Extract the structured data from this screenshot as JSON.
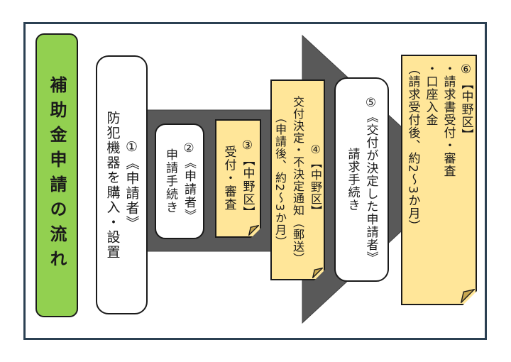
{
  "title": {
    "text": "補助金申請の流れ"
  },
  "flow": {
    "arrow_icon": "right-block-arrow",
    "steps": [
      {
        "variant": "white",
        "lines": [
          "①《申請者》",
          "防犯機器を購入・設置"
        ]
      },
      {
        "variant": "white",
        "lines": [
          "②《申請者》",
          "申請手続き"
        ]
      },
      {
        "variant": "sticky-note",
        "lines": [
          "③【中野区】",
          "受付・審査"
        ]
      },
      {
        "variant": "sticky-note",
        "lines": [
          "④【中野区】",
          "交付決定・不決定通知（郵送）",
          "（申請後、約2〜3か月）"
        ]
      },
      {
        "variant": "white",
        "lines": [
          "⑤《交付が決定した申請者》",
          "請求手続き"
        ]
      },
      {
        "variant": "sticky-note",
        "lines": [
          "⑥【中野区】",
          "・請求書受付・審査",
          "・口座入金",
          "（請求受付後、約2〜3か月）"
        ]
      }
    ]
  },
  "colors": {
    "banner_green": "#92D050",
    "note_yellow": "#FFE699",
    "note_fold": "#C9A850",
    "arrow_gray": "#595959",
    "frame_navy": "#2B4052",
    "ink_black": "#1A1A1A"
  }
}
